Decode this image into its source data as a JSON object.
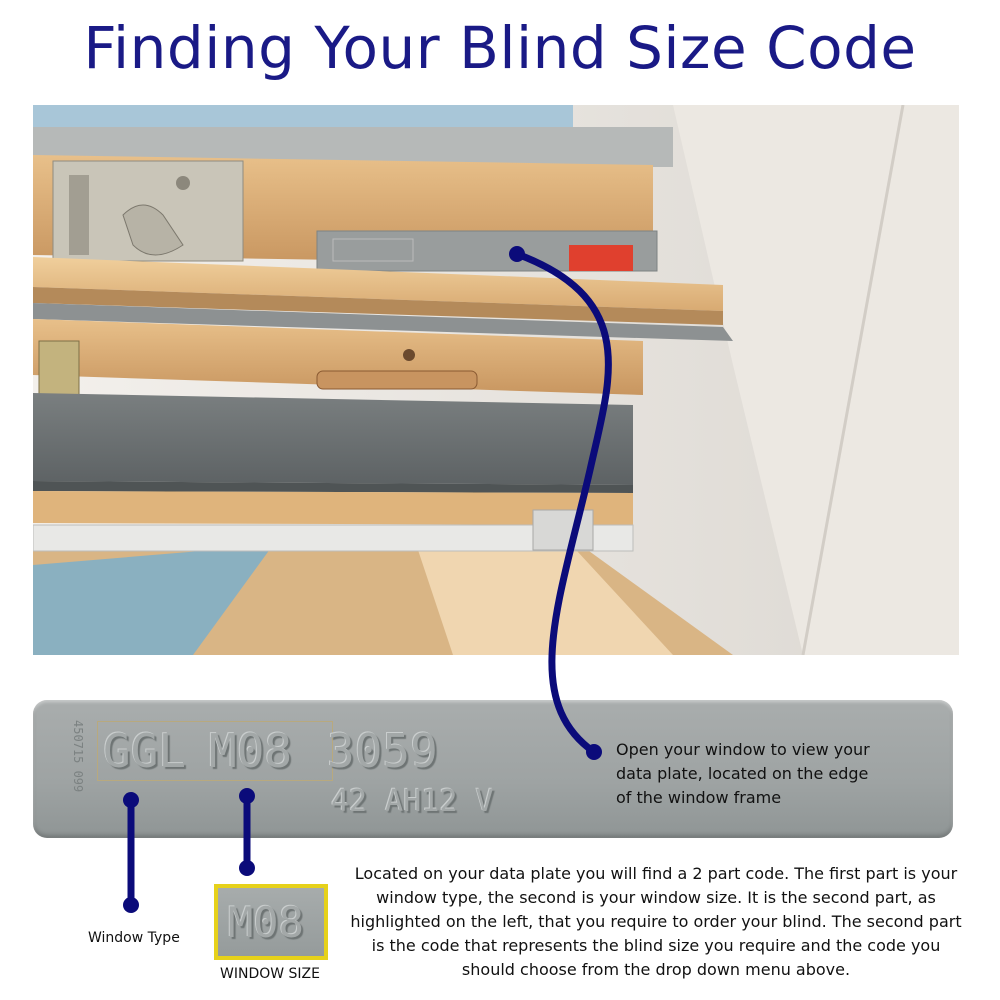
{
  "title": "Finding Your Blind Size Code",
  "plate": {
    "tiny_code": "450715 099",
    "window_type": "GGL",
    "window_size": "M08",
    "serial": "3059",
    "line2": "42 AH12 V"
  },
  "tips": {
    "open_window": "Open your window to view your data plate, located on the edge of the window frame",
    "explanation": "Located on your data plate you will find a 2 part code. The first part is your window type, the second is your window size. It is the second part, as highlighted on the left, that you require to order your blind. The second part is the code that represents the blind size you require and the code you should choose from the drop down menu above."
  },
  "labels": {
    "window_type": "Window Type",
    "window_size": "WINDOW SIZE"
  },
  "colors": {
    "title": "#1a1a86",
    "pointer": "#0b0b7a",
    "highlight": "#e6d11a",
    "plate": "#a3a8a8"
  }
}
